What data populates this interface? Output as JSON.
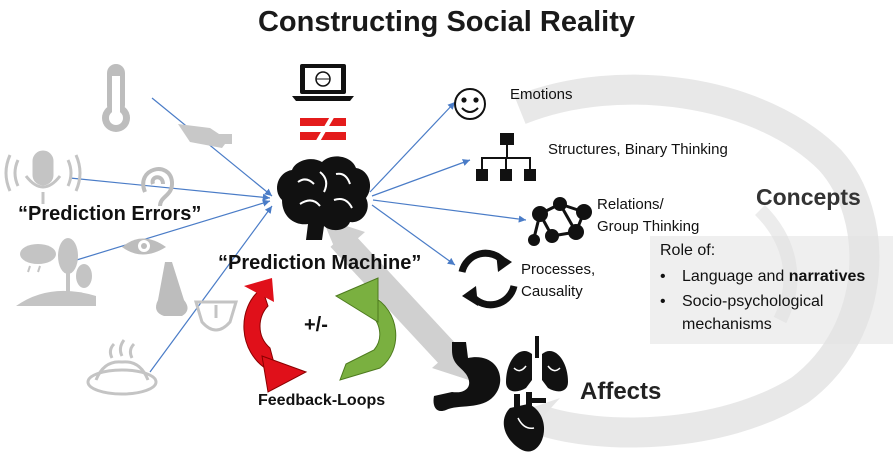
{
  "title": "Constructing Social Reality",
  "labels": {
    "prediction_errors": "“Prediction Errors”",
    "prediction_machine": "“Prediction Machine”",
    "plus_minus": "+/-",
    "feedback_loops": "Feedback-Loops",
    "affects": "Affects",
    "concepts": "Concepts"
  },
  "concept_items": {
    "emotions": "Emotions",
    "structures": "Structures, Binary Thinking",
    "relations_line1": "Relations/",
    "relations_line2": "Group Thinking",
    "processes_line1": "Processes,",
    "processes_line2": "Causality"
  },
  "role_box": {
    "title": "Role of:",
    "bullet1_plain": "Language and ",
    "bullet1_bold": "narratives",
    "bullet2_line1": "Socio-psychological",
    "bullet2_line2": "mechanisms"
  },
  "icons": {
    "senses": [
      "thermometer-icon",
      "touch-hand-icon",
      "microphone-icon",
      "ear-icon",
      "landscape-icon",
      "eye-icon",
      "nose-icon",
      "tongue-icon",
      "food-icon"
    ],
    "top": [
      "laptop-icon",
      "not-equal-icon"
    ],
    "center": "brain-icon",
    "concepts": [
      "smiley-icon",
      "hierarchy-icon",
      "network-icon",
      "cycle-icon"
    ],
    "body": [
      "stomach-icon",
      "lungs-icon",
      "heart-icon"
    ]
  },
  "colors": {
    "arrow_blue": "#4a7cc7",
    "feedback_red": "#e0101a",
    "feedback_green": "#7ab040",
    "not_equal_red": "#e41b1b",
    "gray_icon": "#bdbdbd",
    "background_arc": "#e6e6e6"
  }
}
